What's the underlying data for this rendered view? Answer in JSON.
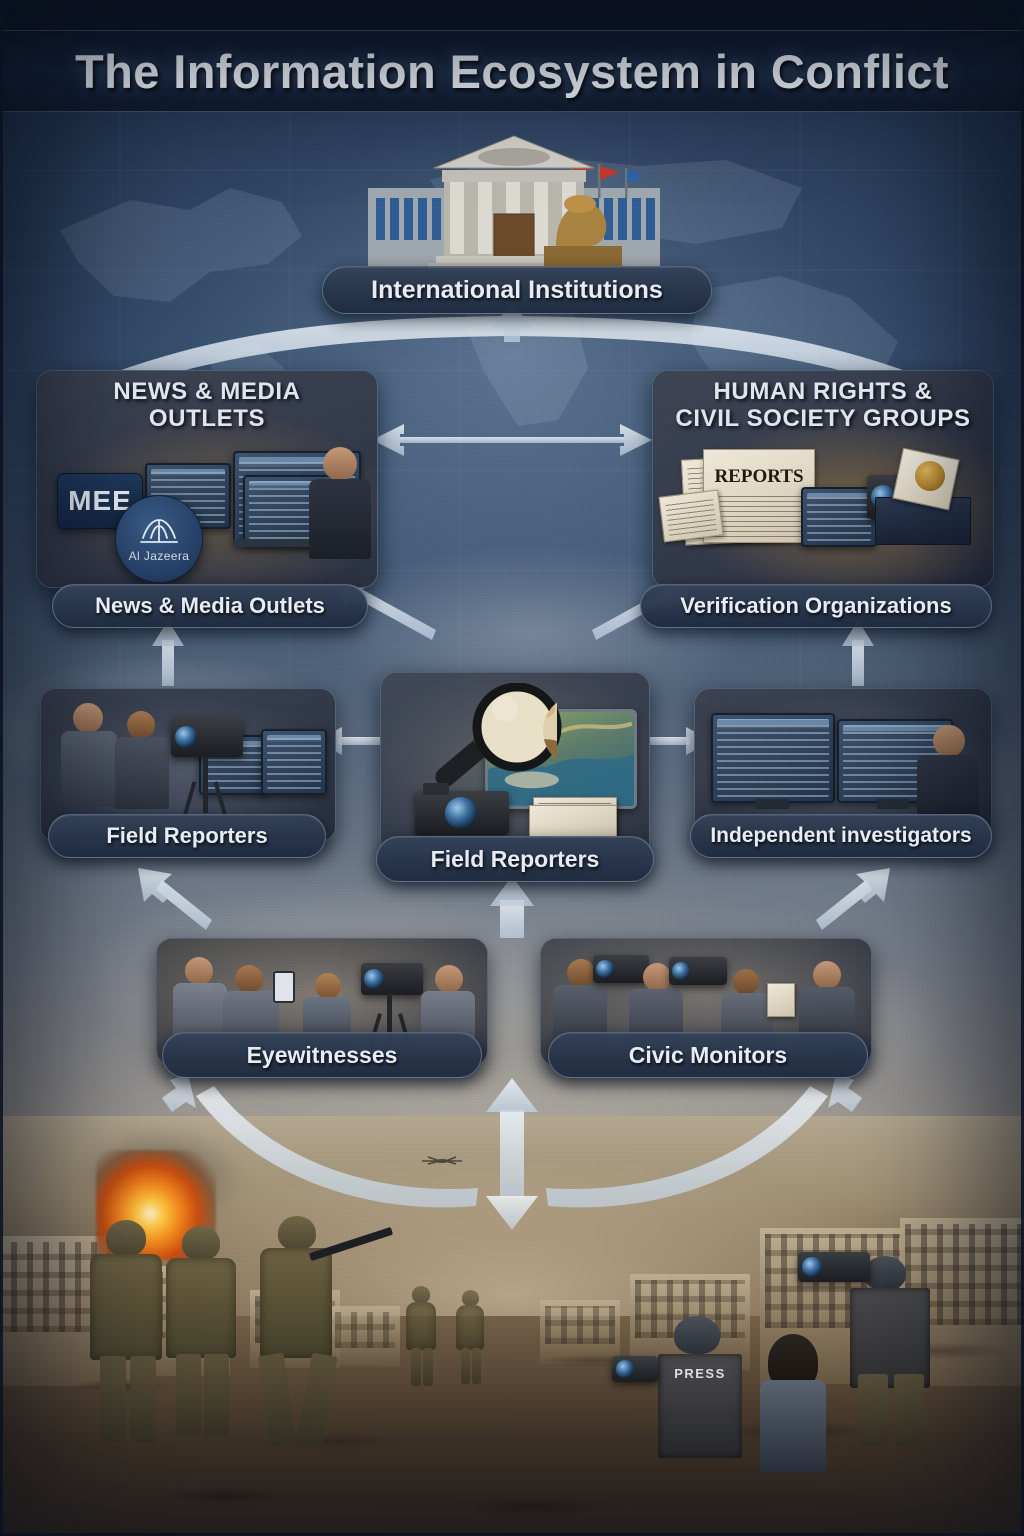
{
  "poster": {
    "title": "The Information Ecosystem in Conflict",
    "type": "flow-diagram-infographic"
  },
  "diagram": {
    "top_node": {
      "label": "International Institutions",
      "icon": "institution-building-icon",
      "art_elements": [
        "neoclassical columned building",
        "flags",
        "bronze seated statue"
      ]
    },
    "panels": [
      {
        "id": "news-media",
        "header": "NEWS & MEDIA\nOUTLETS",
        "header_line1": "NEWS & MEDIA",
        "header_line2": "OUTLETS",
        "chip_label": "News & Media Outlets",
        "logos": [
          "MEE",
          "Al Jazeera"
        ],
        "art_elements": [
          "newsroom monitors",
          "journalist at laptop",
          "broadcast screens"
        ]
      },
      {
        "id": "human-rights",
        "header_line1": "HUMAN RIGHTS &",
        "header_line2": "CIVIL SOCIETY GROUPS",
        "chip_label": "Verification Organizations",
        "document_label": "REPORTS",
        "art_elements": [
          "stacked reports",
          "video camera",
          "archive boxes",
          "globe emblem"
        ]
      }
    ],
    "mid_nodes": [
      {
        "id": "field-reporters-left",
        "label": "Field Reporters",
        "art_elements": [
          "camera crew",
          "tripod camera",
          "monitors"
        ]
      },
      {
        "id": "field-reporters-center",
        "label": "Field Reporters",
        "art_elements": [
          "magnifying glass over map",
          "camera",
          "documents"
        ]
      },
      {
        "id": "independent-investigators",
        "label": "Independent investigators",
        "art_elements": [
          "dual monitors",
          "OSINT analyst",
          "satellite imagery"
        ]
      }
    ],
    "bottom_nodes": [
      {
        "id": "eyewitnesses",
        "label": "Eyewitnesses",
        "art_elements": [
          "bystanders filming on phones",
          "video camera on tripod"
        ]
      },
      {
        "id": "civic-monitors",
        "label": "Civic Monitors",
        "art_elements": [
          "camera operators in vests",
          "note taker"
        ]
      }
    ],
    "scene": {
      "caption_on_vest": "PRESS",
      "art_elements": [
        "soldiers",
        "explosion",
        "ruined city",
        "drone",
        "seated journalists filming"
      ]
    },
    "flows": [
      {
        "from": "News & Media Outlets",
        "to": "International Institutions",
        "style": "curved-up-arrow"
      },
      {
        "from": "Verification Organizations",
        "to": "International Institutions",
        "style": "curved-up-arrow"
      },
      {
        "from": "News & Media Outlets",
        "to": "Verification Organizations",
        "style": "bidirectional-horizontal"
      },
      {
        "from": "Field Reporters (center)",
        "to": "News & Media Outlets",
        "style": "diagonal-up-left"
      },
      {
        "from": "Field Reporters (center)",
        "to": "Verification Organizations",
        "style": "diagonal-up-right"
      },
      {
        "from": "Field Reporters (center)",
        "to": "Field Reporters (left)",
        "style": "horizontal-left"
      },
      {
        "from": "Field Reporters (center)",
        "to": "Independent investigators",
        "style": "horizontal-right"
      },
      {
        "from": "Field Reporters (left)",
        "to": "News & Media Outlets",
        "style": "vertical-up"
      },
      {
        "from": "Independent investigators",
        "to": "Verification Organizations",
        "style": "vertical-up"
      },
      {
        "from": "Eyewitnesses",
        "to": "Field Reporters (left)",
        "style": "diagonal-up-left"
      },
      {
        "from": "Civic Monitors",
        "to": "Independent investigators",
        "style": "diagonal-up-right"
      },
      {
        "from": "Eyewitnesses / Civic Monitors",
        "to": "Field Reporters (center)",
        "style": "vertical-up"
      },
      {
        "from": "Conflict ground",
        "to": "Eyewitnesses",
        "style": "curved-up-left"
      },
      {
        "from": "Conflict ground",
        "to": "Civic Monitors",
        "style": "curved-up-right"
      },
      {
        "from": "Conflict ground",
        "to": "center column",
        "style": "bidirectional-vertical"
      }
    ]
  },
  "colors": {
    "background_deep": "#16263f",
    "panel_fill": "#343c4a",
    "chip_fill": "#1e2a3e",
    "accent_border": "#a0b9d7",
    "title_text": "#e8edf4",
    "arrow": "#dbe5f0",
    "scene_earth": "#8e7c60",
    "explosion": "#f0821c"
  }
}
